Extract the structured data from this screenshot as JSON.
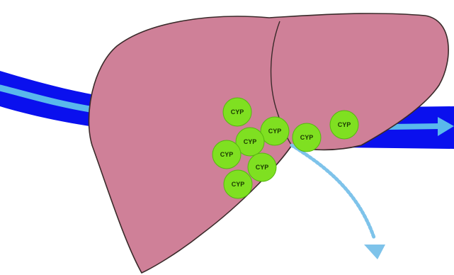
{
  "diagram": {
    "enzyme_label": "CYP",
    "enzymes": [
      {
        "id": 1,
        "label": "CYP"
      },
      {
        "id": 2,
        "label": "CYP"
      },
      {
        "id": 3,
        "label": "CYP"
      },
      {
        "id": 4,
        "label": "CYP"
      },
      {
        "id": 5,
        "label": "CYP"
      },
      {
        "id": 6,
        "label": "CYP"
      },
      {
        "id": 7,
        "label": "CYP"
      },
      {
        "id": 8,
        "label": "CYP"
      }
    ],
    "colors": {
      "liver_fill": "#cf8098",
      "liver_outline": "#3a2a2a",
      "vessel_dark": "#0a10ee",
      "vessel_light": "#59b8ec",
      "enzyme_fill": "#7fe021",
      "enzyme_stroke": "#55b810",
      "bile_arrow": "#7ec3ea"
    }
  }
}
